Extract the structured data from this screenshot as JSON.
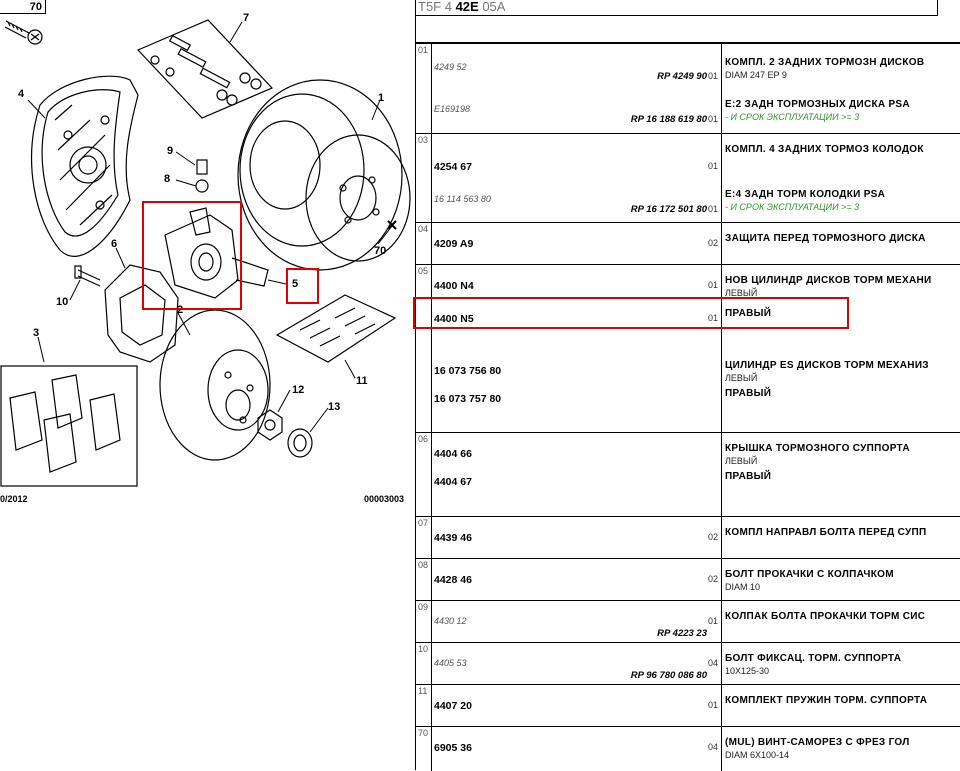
{
  "diagram": {
    "corner_label": "70",
    "date": "0/2012",
    "drawing_number": "00003003",
    "callouts": [
      "1",
      "2",
      "3",
      "4",
      "5",
      "6",
      "7",
      "8",
      "9",
      "10",
      "11",
      "12",
      "13",
      "70"
    ]
  },
  "catalog": {
    "header": {
      "prefix": "T5F 4 ",
      "bold": "42E",
      "suffix": " 05A"
    },
    "rows": [
      {
        "no": "01",
        "lines": [
          {
            "ref": "4249 52",
            "old": true,
            "rp": "RP 4249 90",
            "qty": "01",
            "desc": "КОМПЛ. 2 ЗАДНИХ ТОРМОЗН ДИСКОВ",
            "desc2": "DIAM 247 EP 9"
          },
          {
            "ref": "E169198",
            "old": true,
            "rp": "RP 16 188 619 80",
            "qty": "01",
            "desc": "E:2 ЗАДН ТОРМОЗНЫХ ДИСКА PSA",
            "green": "- И СРОК ЭКСПЛУАТАЦИИ >= 3"
          }
        ]
      },
      {
        "no": "03",
        "lines": [
          {
            "ref": "4254 67",
            "qty": "01",
            "desc": "КОМПЛ. 4 ЗАДНИХ ТОРМОЗ КОЛОДОК"
          },
          {
            "ref": "16 114 563 80",
            "old": true,
            "rp": "RP 16 172 501 80",
            "qty": "01",
            "desc": "E:4 ЗАДН ТОРМ КОЛОДКИ PSA",
            "green": "- И СРОК ЭКСПЛУАТАЦИИ >= 3"
          }
        ]
      },
      {
        "no": "04",
        "lines": [
          {
            "ref": "4209 A9",
            "qty": "02",
            "desc": "ЗАЩИТА ПЕРЕД ТОРМОЗНОГО ДИСКА"
          }
        ]
      },
      {
        "no": "05",
        "lines": [
          {
            "ref": "4400 N4",
            "qty": "01",
            "desc": "НОВ ЦИЛИНДР ДИСКОВ ТОРМ МЕХАНИ",
            "desc2": "ЛЕВЫЙ"
          },
          {
            "ref": "4400 N5",
            "qty": "01",
            "desc": "ПРАВЫЙ"
          },
          {
            "ref": "16 073 756 80",
            "desc": "ЦИЛИНДР ES ДИСКОВ ТОРМ МЕХАНИЗ",
            "desc2": "ЛЕВЫЙ"
          },
          {
            "ref": "16 073 757 80",
            "desc": "ПРАВЫЙ"
          }
        ]
      },
      {
        "no": "06",
        "lines": [
          {
            "ref": "4404 66",
            "desc": "КРЫШКА ТОРМОЗНОГО СУППОРТА",
            "desc2": "ЛЕВЫЙ"
          },
          {
            "ref": "4404 67",
            "desc": "ПРАВЫЙ"
          }
        ]
      },
      {
        "no": "07",
        "lines": [
          {
            "ref": "4439 46",
            "qty": "02",
            "desc": "КОМПЛ НАПРАВЛ БОЛТА ПЕРЕД СУПП"
          }
        ]
      },
      {
        "no": "08",
        "lines": [
          {
            "ref": "4428 46",
            "qty": "02",
            "desc": "БОЛТ ПРОКАЧКИ С КОЛПАЧКОМ",
            "desc2": "DIAM 10"
          }
        ]
      },
      {
        "no": "09",
        "lines": [
          {
            "ref": "4430 12",
            "old": true,
            "rp": "RP 4223 23",
            "qty": "01",
            "desc": "КОЛПАК БОЛТА ПРОКАЧКИ ТОРМ СИС"
          }
        ]
      },
      {
        "no": "10",
        "lines": [
          {
            "ref": "4405 53",
            "old": true,
            "rp": "RP 96 780 086 80",
            "qty": "04",
            "desc": "БОЛТ ФИКСАЦ. ТОРМ. СУППОРТА",
            "desc2": "10X125-30"
          }
        ]
      },
      {
        "no": "11",
        "lines": [
          {
            "ref": "4407 20",
            "qty": "01",
            "desc": "КОМПЛЕКТ ПРУЖИН ТОРМ. СУППОРТА"
          }
        ]
      },
      {
        "no": "70",
        "lines": [
          {
            "ref": "6905 36",
            "qty": "04",
            "desc": "(MUL) ВИНТ-САМОРЕЗ С ФРЕЗ ГОЛ",
            "desc2": "DIAM 6X100-14"
          }
        ]
      }
    ]
  }
}
